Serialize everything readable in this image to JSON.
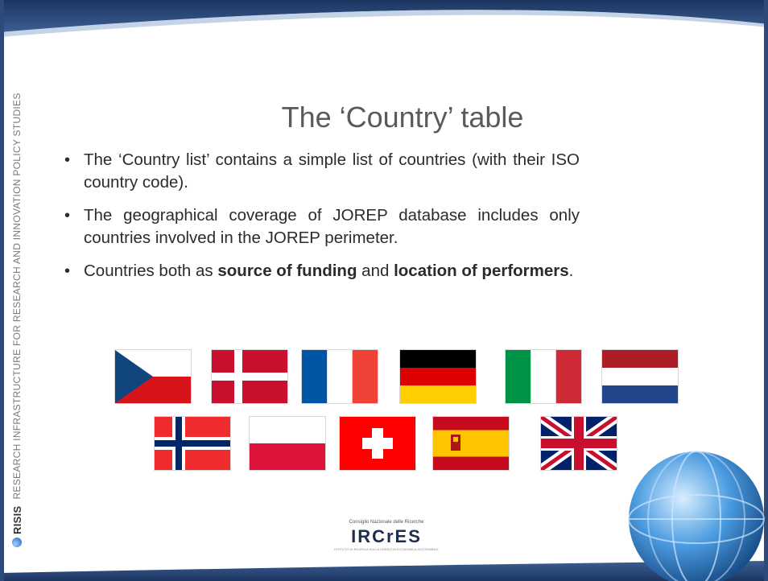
{
  "sidebar": {
    "brand": "RISIS",
    "text": "RESEARCH INFRASTRUCTURE FOR RESEARCH AND INNOVATION POLICY STUDIES"
  },
  "title": "The ‘Country’ table",
  "bullets": {
    "b1": "The ‘Country list’ contains a simple list of countries (with their ISO country code).",
    "b2": "The geographical coverage of JOREP database includes only countries involved in the JOREP perimeter.",
    "b3_pre": "Countries both as ",
    "b3_bold1": "source of funding",
    "b3_mid": " and ",
    "b3_bold2": "location of performers",
    "b3_post": "."
  },
  "flags": [
    "czech-republic",
    "denmark",
    "france",
    "germany",
    "italy",
    "netherlands",
    "norway",
    "poland",
    "switzerland",
    "spain",
    "united-kingdom"
  ],
  "logo": {
    "top": "Consiglio Nazionale delle Ricerche",
    "main": "IRCrES",
    "tiny": "ISTITUTO DI RICERCA SULLA CRESCITA ECONOMICA SOSTENIBILE"
  },
  "colors": {
    "frame": "#2d4a7a",
    "title": "#5a5a5a",
    "text": "#2b2b2b"
  }
}
